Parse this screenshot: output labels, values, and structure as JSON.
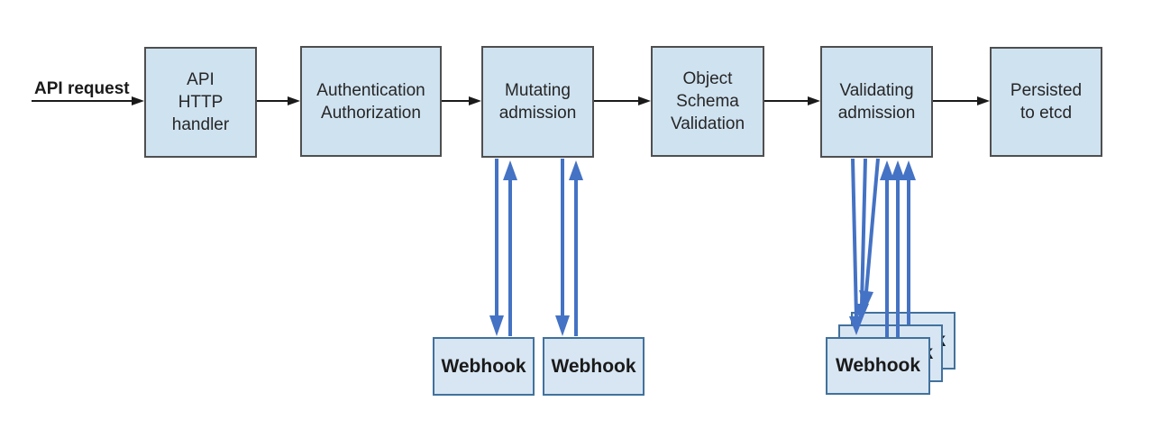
{
  "diagram": {
    "request_label": "API request",
    "nodes": [
      {
        "label": "API\nHTTP\nhandler"
      },
      {
        "label": "Authentication\nAuthorization"
      },
      {
        "label": "Mutating\nadmission"
      },
      {
        "label": "Object\nSchema\nValidation"
      },
      {
        "label": "Validating\nadmission"
      },
      {
        "label": "Persisted\nto etcd"
      }
    ],
    "mutating_webhooks": [
      {
        "label": "Webhook"
      },
      {
        "label": "Webhook"
      }
    ],
    "validating_webhooks": [
      {
        "label": "Webhook"
      },
      {
        "label": "Webhook"
      },
      {
        "label": "Webhook"
      }
    ],
    "colors": {
      "node_fill": "#cfe2f0",
      "node_border": "#4f4f4f",
      "webhook_fill": "#d8e6f3",
      "webhook_border": "#41719c",
      "flow_arrow": "#1a1a1a",
      "webhook_arrow": "#4472c4"
    }
  }
}
